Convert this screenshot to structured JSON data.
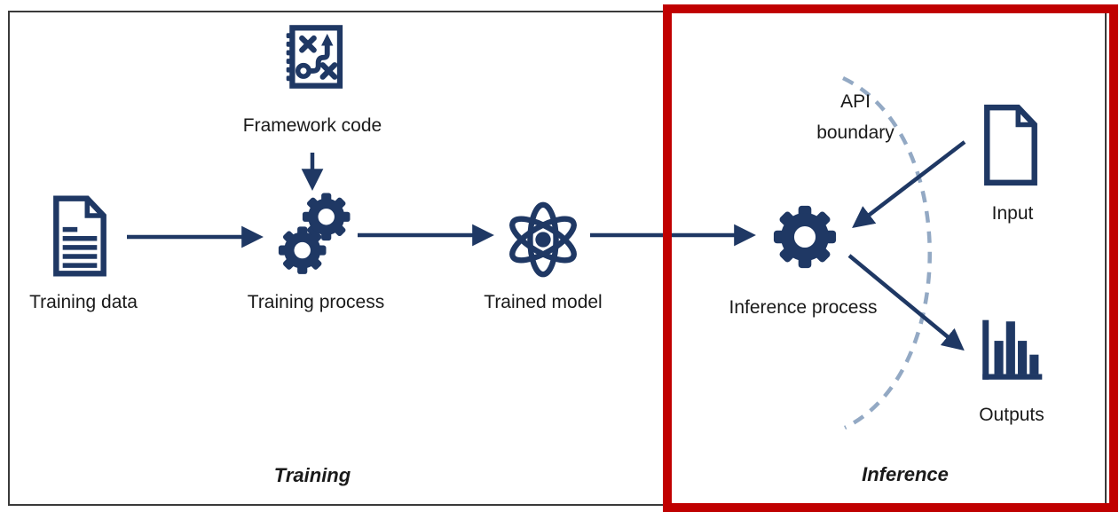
{
  "labels": {
    "framework_code": "Framework code",
    "training_data": "Training data",
    "training_process": "Training process",
    "trained_model": "Trained model",
    "api_boundary": "API boundary",
    "input": "Input",
    "inference_process": "Inference process",
    "outputs": "Outputs",
    "training_section": "Training",
    "inference_section": "Inference"
  },
  "icons": {
    "framework_code": "strategy-playbook-icon",
    "training_data": "document-text-icon",
    "training_process": "double-gears-icon",
    "trained_model": "atom-icon",
    "inference_process": "gear-icon",
    "input": "document-blank-icon",
    "outputs": "bar-chart-icon"
  },
  "colors": {
    "icon_navy": "#1F3864",
    "arrow_navy": "#1F3864",
    "api_dash": "#93A9C4",
    "highlight_red": "#C00000",
    "text": "#1A1A1A",
    "frame_border": "#3A3A3A",
    "background": "#FFFFFF"
  }
}
